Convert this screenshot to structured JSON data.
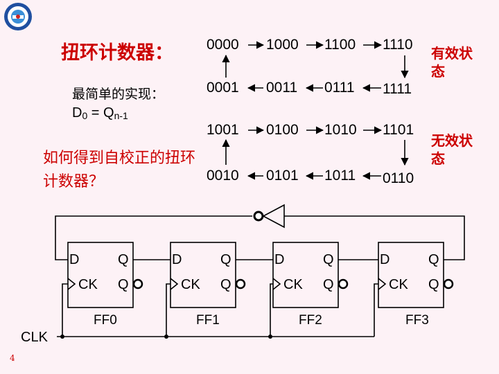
{
  "title": "扭环计数器：",
  "simplest_label": "最简单的实现：",
  "equation": {
    "lhs": "D",
    "lhs_sub": "0",
    "op": " = ",
    "rhs": "Q",
    "rhs_sub": "n-1"
  },
  "question": "如何得到自校正的扭环计数器？",
  "valid_label": "有效状态",
  "invalid_label": "无效状态",
  "valid_row1": [
    "0000",
    "1000",
    "1100",
    "1110"
  ],
  "valid_row2": [
    "0001",
    "0011",
    "0111",
    "1111"
  ],
  "invalid_row1": [
    "1001",
    "0100",
    "1010",
    "1101"
  ],
  "invalid_row2": [
    "0010",
    "0101",
    "1011",
    "0110"
  ],
  "flipflops": [
    {
      "name": "FF0",
      "d": "D",
      "q": "Q",
      "ck": "CK",
      "qbar": "Q"
    },
    {
      "name": "FF1",
      "d": "D",
      "q": "Q",
      "ck": "CK",
      "qbar": "Q"
    },
    {
      "name": "FF2",
      "d": "D",
      "q": "Q",
      "ck": "CK",
      "qbar": "Q"
    },
    {
      "name": "FF3",
      "d": "D",
      "q": "Q",
      "ck": "CK",
      "qbar": "Q"
    }
  ],
  "clk_label": "CLK",
  "page_number": "4",
  "colors": {
    "accent": "#cc0000",
    "background": "#fdf2f6",
    "line": "#000000"
  },
  "icons": {
    "logo": "university-seal-icon",
    "inverter": "inverter-gate-icon"
  }
}
